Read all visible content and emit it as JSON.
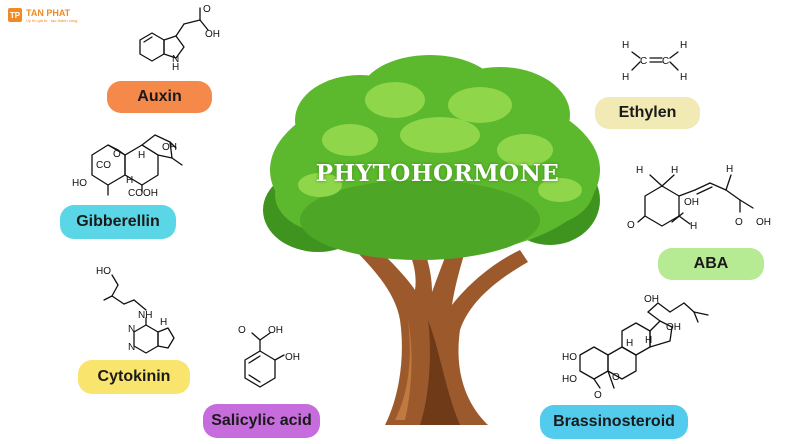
{
  "logo": {
    "mark": "TP",
    "name": "TAN PHAT",
    "tagline": "Uy tín giá trị · tạo thành công"
  },
  "title": "PHYTOHORMONE",
  "hormones": [
    {
      "id": "auxin",
      "label": "Auxin",
      "color": "#f5894a"
    },
    {
      "id": "gibberellin",
      "label": "Gibberellin",
      "color": "#5ad6e6"
    },
    {
      "id": "cytokinin",
      "label": "Cytokinin",
      "color": "#f9e46e"
    },
    {
      "id": "salicylic",
      "label": "Salicylic acid",
      "color": "#c66cdc"
    },
    {
      "id": "ethylen",
      "label": "Ethylen",
      "color": "#f1eab4"
    },
    {
      "id": "aba",
      "label": "ABA",
      "color": "#b6ea93"
    },
    {
      "id": "brassinosteroid",
      "label": "Brassinosteroid",
      "color": "#52cbed"
    }
  ],
  "atom_labels": {
    "oh": "OH",
    "ho": "HO",
    "nh": "NH",
    "n": "N",
    "h": "H",
    "c": "C",
    "o": "O",
    "cooh": "COOH",
    "co": "CO"
  },
  "colors": {
    "canopy": "#5cb82c",
    "canopy_light": "#8fd64a",
    "canopy_dark": "#3f9420",
    "trunk": "#9c5a2c",
    "trunk_dark": "#6e3a18",
    "trunk_light": "#c07a40"
  }
}
